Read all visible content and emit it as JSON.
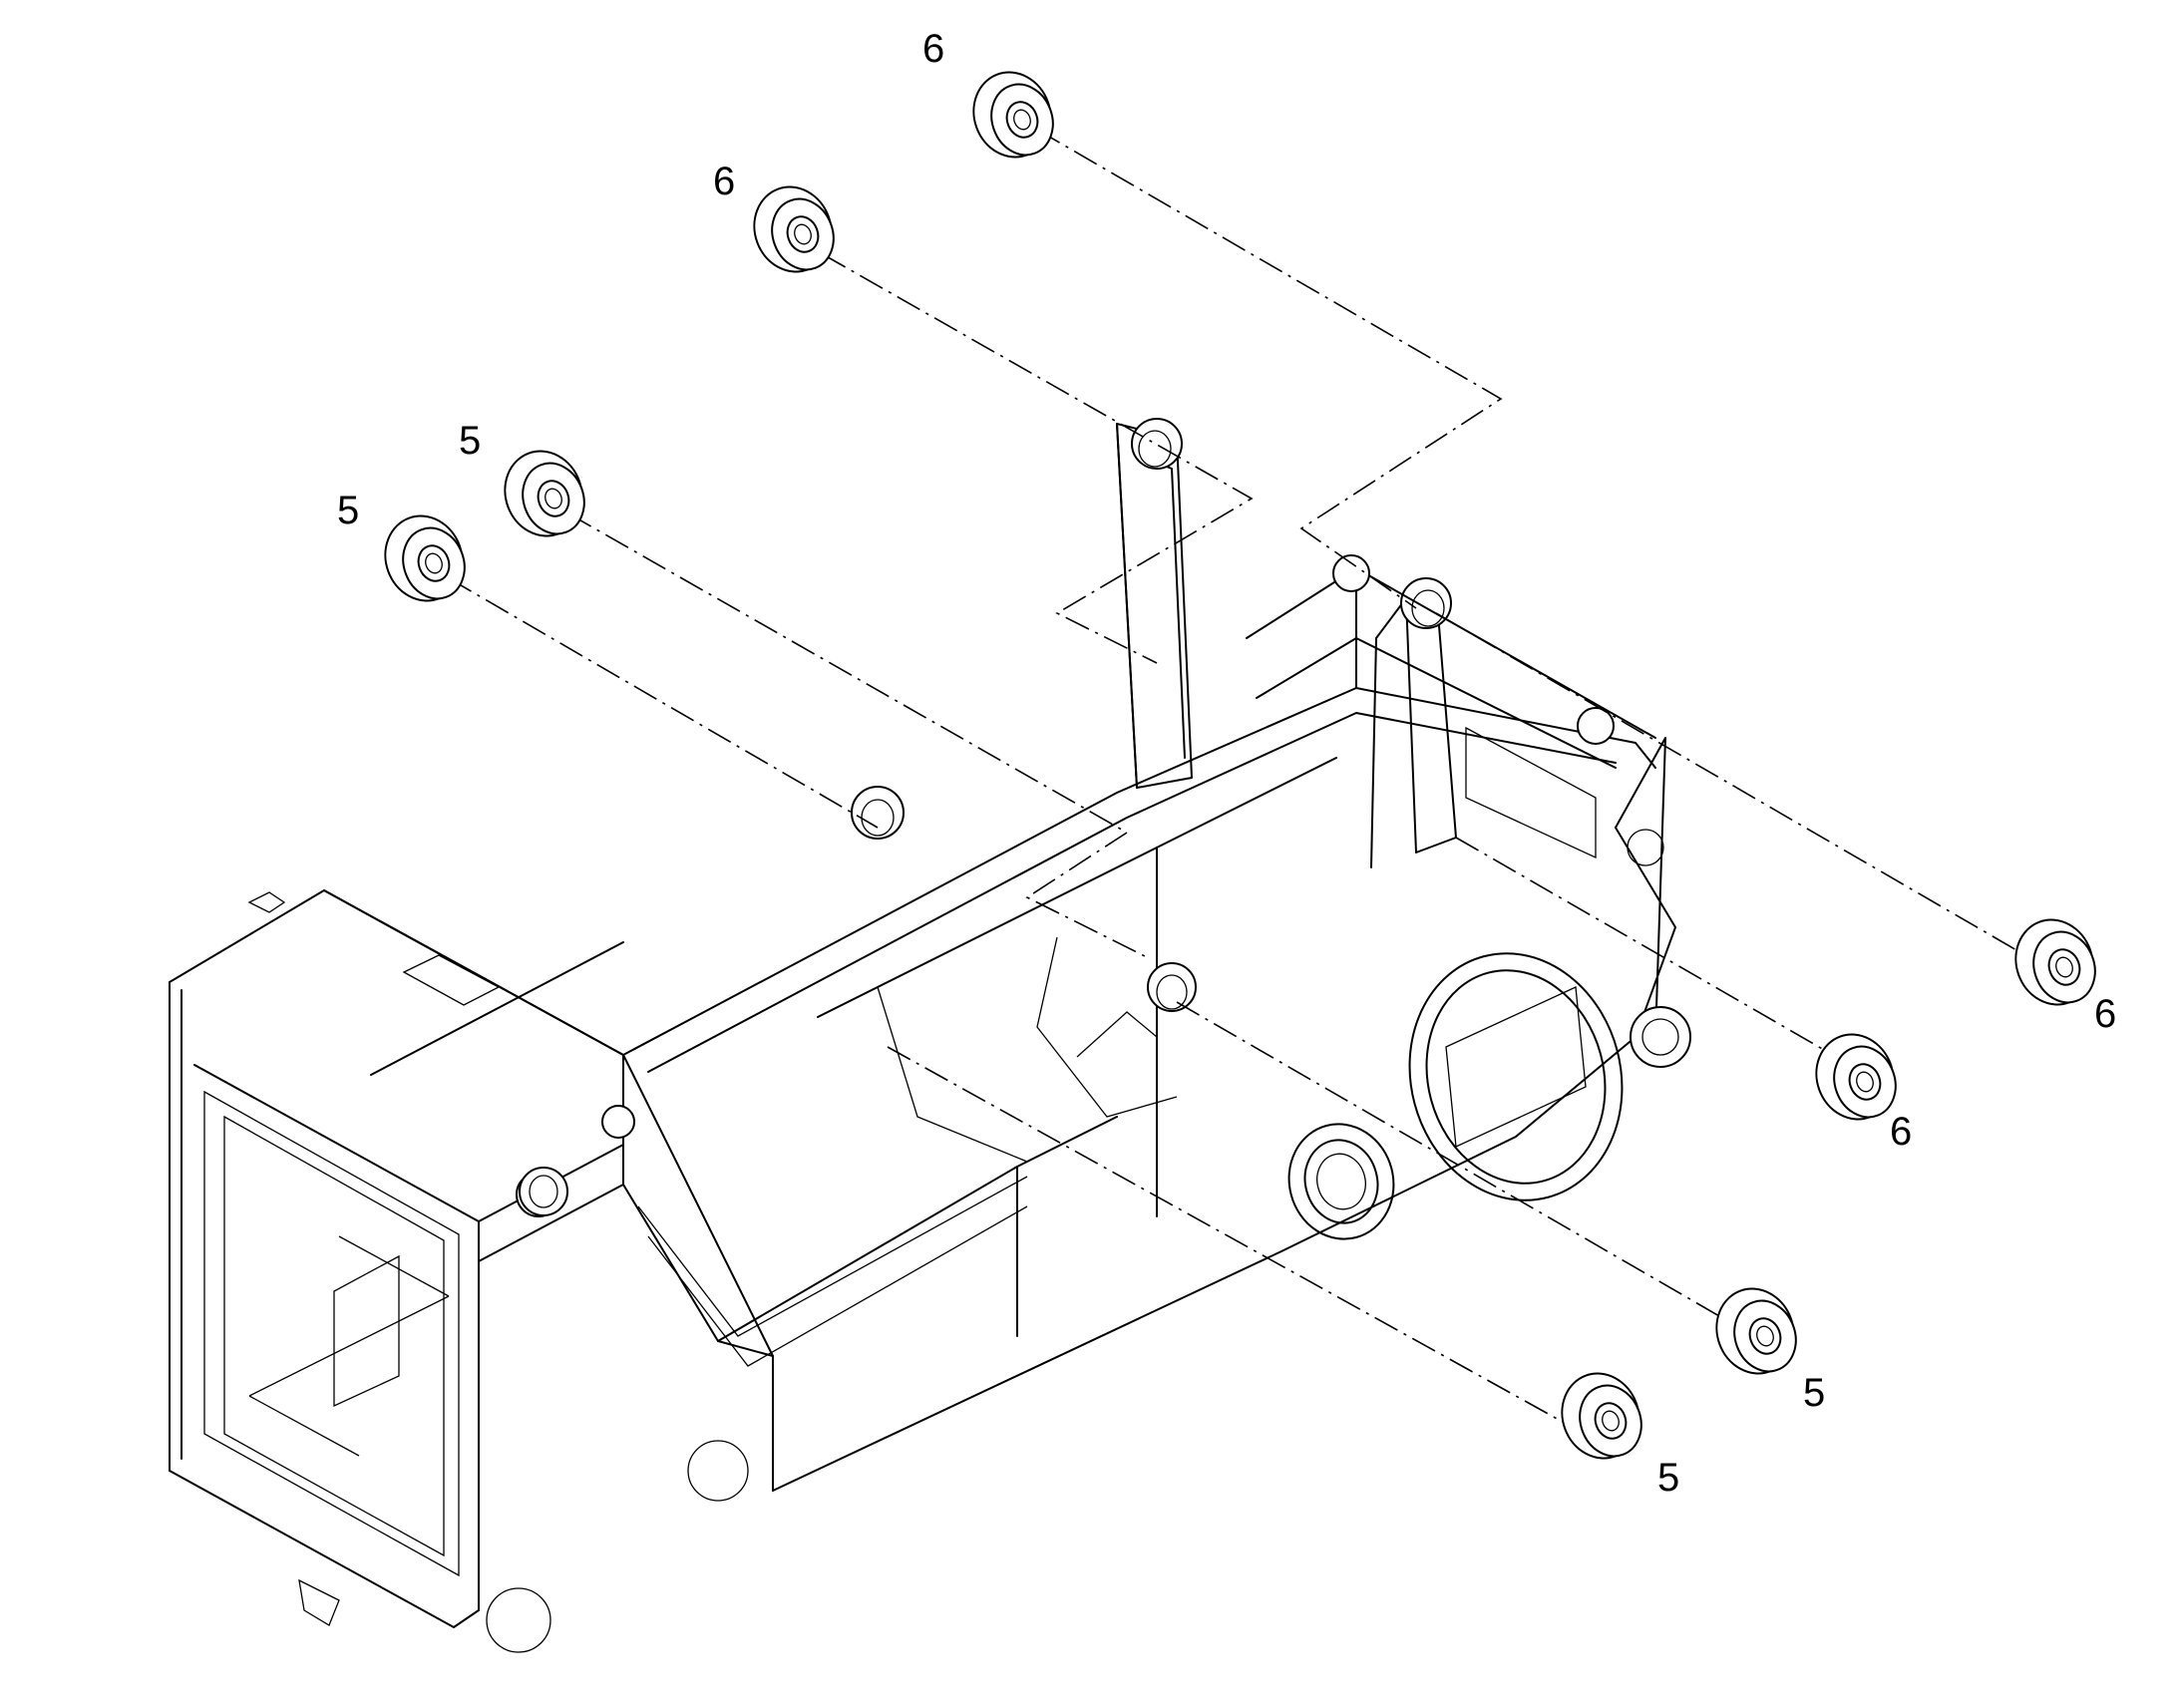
{
  "callouts": {
    "bushing_top_right": "6",
    "bushing_top_left": "6",
    "bushing_mid_upper": "5",
    "bushing_mid_left": "5",
    "bushing_far_right": "6",
    "bushing_right_mid": "6",
    "bushing_lower_right": "5",
    "bushing_bottom": "5"
  }
}
